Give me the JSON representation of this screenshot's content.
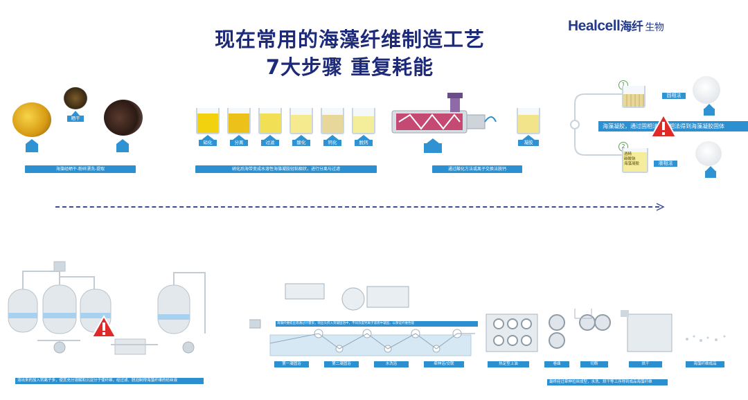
{
  "title": {
    "line1": "现在常用的海藻纤维制造工艺",
    "line2": "7大步骤 重复耗能"
  },
  "logo": {
    "brand": "Healcell",
    "cn_part1": "海纤",
    "cn_part2": "生物"
  },
  "top_row": {
    "seaweed_tags": [
      "晒干"
    ],
    "stage1_bar": "海藻经晒干-粉碎漂洗-提取",
    "stage2_tags": [
      "硝化",
      "分离",
      "过滤",
      "酸化",
      "钙化",
      "脱钙"
    ],
    "stage2_bar": "硝化后海带变成水溶性海藻凝胶轻粘稠状，进行分离与过滤",
    "stage3_tags": [
      "凝胶"
    ],
    "stage3_bar": "通过酸化方法或离子交换法脱钙",
    "right_top_label": "固相法",
    "right_bottom_label": "液相法",
    "right_desc": "海藻凝胶，通过固相法或液相法得到海藻凝胶固体",
    "circle_1": "1",
    "circle_2": "2",
    "beaker_text": "酒精\n碳酸钠\n海藻凝胶"
  },
  "bottom_row": {
    "left_bar": "溶出来的加入钙离子多，使其充分溶解和沉淀分子使纤维，经过滤、脱泡制得海藻纤维的纺丝液",
    "stage_labels": [
      "第一凝固浴",
      "第二凝固浴",
      "水洗浴",
      "牵伸浴/交联",
      "热定型上油",
      "卷曲",
      "切断",
      "烘干",
      "海藻纤维成品"
    ],
    "right_bar": "最终经过牵伸拉丝成型，水洗、烘干等工序得到成品海藻纤维",
    "mid_bar": "海藻纤维纺丝液通过计量泵，喷丝头挤入到凝固浴中，不同浓度钙离子溶液中凝固，以保证纤维性能"
  },
  "colors": {
    "title": "#1d2a7a",
    "accent": "#2c8fd0",
    "warning": "#e02a2a"
  }
}
